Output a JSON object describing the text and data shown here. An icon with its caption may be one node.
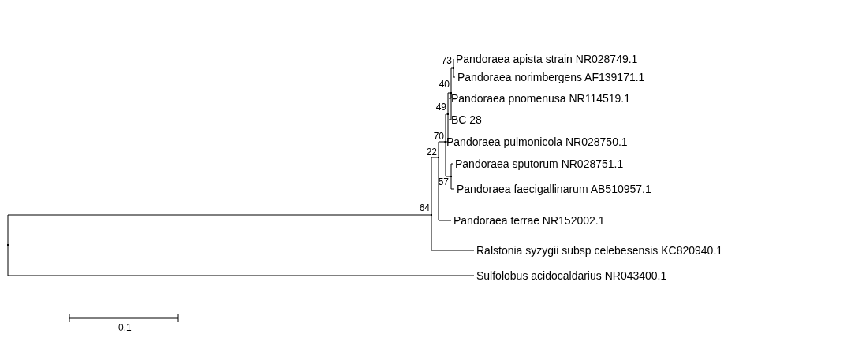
{
  "diagram": {
    "nodes": [
      {
        "text": [
          "Pandoraea apista strain NR028749.1"
        ]
      },
      {
        "text": [
          "Pandoraea norimbergens AF139171.1"
        ]
      },
      {
        "text": [
          "Pandoraea pnomenusa NR114519.1"
        ]
      },
      {
        "text": [
          "BC 28"
        ]
      },
      {
        "text": [
          "Pandoraea pulmonicola NR028750.1"
        ]
      },
      {
        "text": [
          "Pandoraea sputorum NR028751.1"
        ]
      },
      {
        "text": [
          "Pandoraea faecigallinarum AB510957.1"
        ]
      },
      {
        "text": [
          "Pandoraea terrae NR152002.1"
        ]
      },
      {
        "text": [
          "Ralstonia syzygii subsp celebesensis KC820940.1"
        ]
      },
      {
        "text": [
          "Sulfolobus acidocaldarius NR043400.1"
        ]
      },
      {
        "text": [],
        "shape": "point"
      },
      {
        "text": [],
        "shape": "point",
        "beside": [
          "64"
        ]
      },
      {
        "text": [],
        "shape": "point",
        "beside": [
          "22"
        ]
      },
      {
        "text": [],
        "shape": "point",
        "beside": [
          "70"
        ]
      },
      {
        "text": [],
        "shape": "point",
        "beside": [
          "57"
        ]
      },
      {
        "text": [],
        "shape": "point",
        "beside": [
          "49"
        ]
      },
      {
        "text": [],
        "shape": "point",
        "beside": [
          "40"
        ]
      },
      {
        "text": [],
        "shape": "point",
        "beside": [
          "73"
        ]
      }
    ],
    "edges": [
      {
        "from": 10,
        "to": 11,
        "arrow": "none"
      },
      {
        "from": 10,
        "to": 9,
        "arrow": "none"
      },
      {
        "from": 11,
        "to": 12,
        "arrow": "none"
      },
      {
        "from": 11,
        "to": 8,
        "arrow": "none"
      },
      {
        "from": 12,
        "to": 13,
        "arrow": "none"
      },
      {
        "from": 12,
        "to": 7,
        "arrow": "none"
      },
      {
        "from": 13,
        "to": 15,
        "arrow": "none"
      },
      {
        "from": 13,
        "to": 14,
        "arrow": "none"
      },
      {
        "from": 15,
        "to": 16,
        "arrow": "none"
      },
      {
        "from": 15,
        "to": 4,
        "arrow": "none"
      },
      {
        "from": 16,
        "to": 17,
        "arrow": "none"
      },
      {
        "from": 16,
        "to": 2,
        "arrow": "none"
      },
      {
        "from": 16,
        "to": 3,
        "arrow": "none"
      },
      {
        "from": 17,
        "to": 0,
        "arrow": "none"
      },
      {
        "from": 17,
        "to": 1,
        "arrow": "none"
      },
      {
        "from": 14,
        "to": 5,
        "arrow": "none"
      },
      {
        "from": 14,
        "to": 6,
        "arrow": "none"
      }
    ],
    "labels": [
      "0.1"
    ]
  }
}
